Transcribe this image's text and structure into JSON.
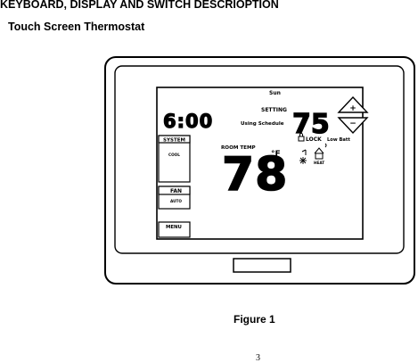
{
  "document": {
    "heading": "KEYBOARD, DISPLAY AND SWITCH DESCRIOPTION",
    "subheading": "Touch Screen Thermostat",
    "caption": "Figure 1",
    "page_number": "3"
  },
  "thermostat": {
    "display": {
      "day": "Sun",
      "clock_time": "6:00",
      "setting_label": "SETTING",
      "schedule_status": "Using Schedule",
      "setpoint": "75",
      "lock_label": "LOCK",
      "low_batt_label": "Low Batt",
      "room_temp_label": "ROOM TEMP",
      "room_temp": "78",
      "unit": "°F",
      "heat_label": "HEAT"
    },
    "buttons": {
      "system_label": "SYSTEM",
      "system_value": "COOL",
      "fan_label": "FAN",
      "fan_value": "AUTO",
      "menu_label": "MENU",
      "up_label": "+",
      "down_label": "−"
    },
    "icons": [
      "lock-icon",
      "snowflake-icon",
      "fan-level-icon",
      "house-heat-icon",
      "up-arrow-icon",
      "down-arrow-icon"
    ]
  }
}
